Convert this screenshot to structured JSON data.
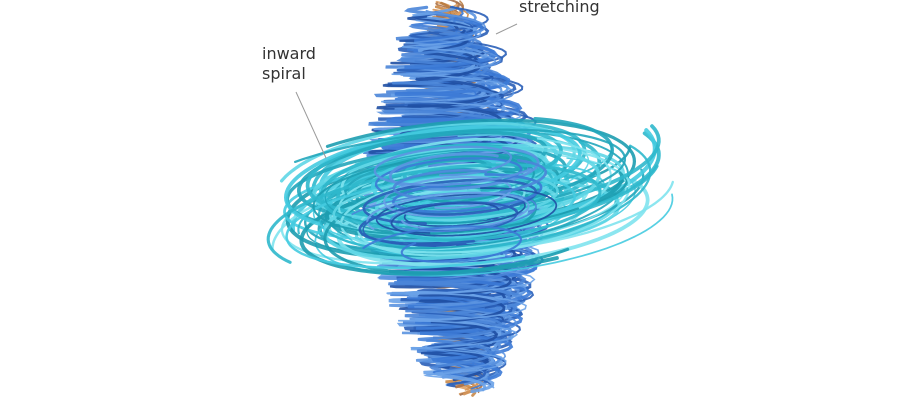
{
  "labels": {
    "inward_line1": "inward",
    "inward_line2": "spiral",
    "stretching": "stretching"
  },
  "colors": {
    "cyan_family": [
      "#2fb8cc",
      "#45cbe0",
      "#7fe3ee",
      "#22a6bb",
      "#5fd6e6",
      "#1d9db0"
    ],
    "blue_family": [
      "#2a5fb8",
      "#3c7ad6",
      "#5b93e0",
      "#1f4fa3",
      "#4a85d8",
      "#6aa2e8"
    ],
    "orange_family": [
      "#c98a4a",
      "#e0a265",
      "#b7793e",
      "#d6975a",
      "#a9714a"
    ],
    "pointer": "#9a9a9a"
  }
}
